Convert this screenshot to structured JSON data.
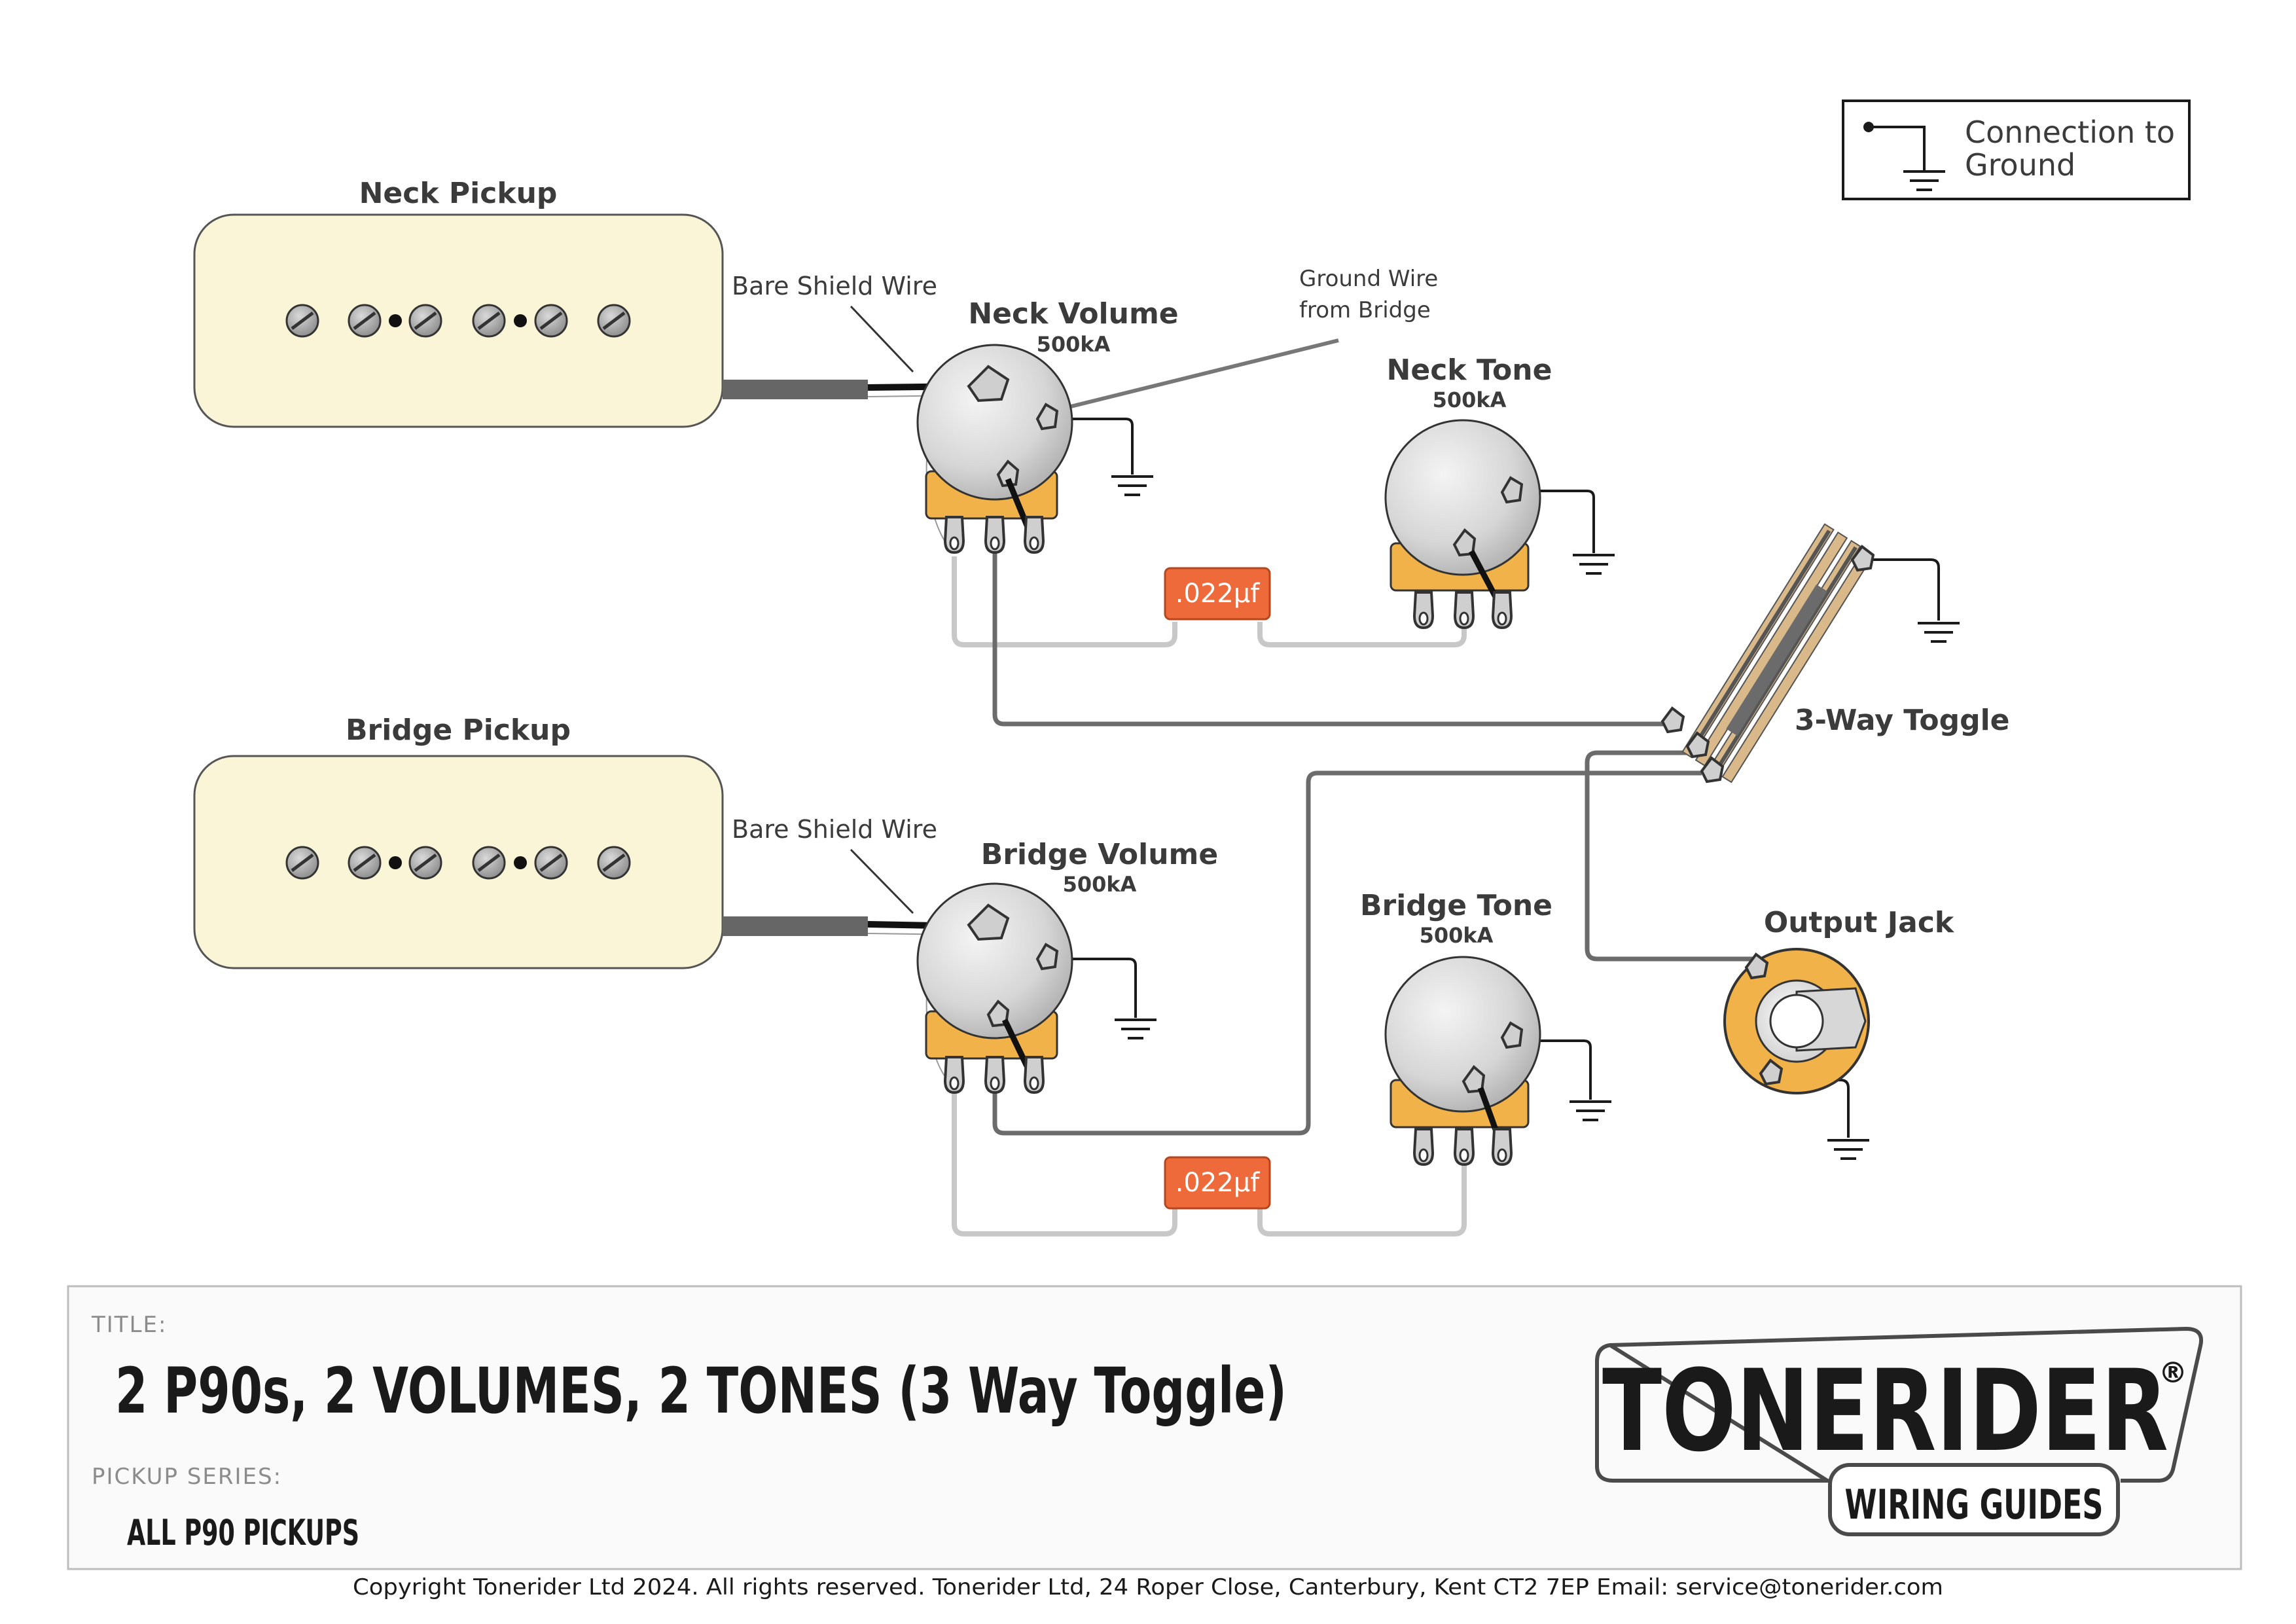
{
  "legend": {
    "line1": "Connection to",
    "line2": "Ground"
  },
  "pickups": {
    "neck": {
      "title": "Neck Pickup"
    },
    "bridge": {
      "title": "Bridge Pickup"
    }
  },
  "wires": {
    "bare_shield_neck": "Bare Shield Wire",
    "bare_shield_bridge": "Bare Shield Wire",
    "ground_from_bridge_line1": "Ground Wire",
    "ground_from_bridge_line2": "from Bridge"
  },
  "pots": {
    "neck_volume": {
      "title": "Neck Volume",
      "value": "500kA"
    },
    "neck_tone": {
      "title": "Neck Tone",
      "value": "500kA"
    },
    "bridge_volume": {
      "title": "Bridge Volume",
      "value": "500kA"
    },
    "bridge_tone": {
      "title": "Bridge Tone",
      "value": "500kA"
    }
  },
  "caps": {
    "neck": ".022μf",
    "bridge": ".022μf"
  },
  "toggle": {
    "title": "3-Way Toggle"
  },
  "jack": {
    "title": "Output Jack"
  },
  "title_block": {
    "title_label": "TITLE:",
    "title": "2 P90s, 2 VOLUMES, 2 TONES (3 Way Toggle)",
    "series_label": "PICKUP SERIES:",
    "series": "ALL P90 PICKUPS"
  },
  "brand": {
    "name": "TONERIDER",
    "registered": "®",
    "tagline": "WIRING GUIDES"
  },
  "footer": "Copyright Tonerider Ltd 2024. All rights reserved. Tonerider Ltd, 24 Roper Close, Canterbury, Kent CT2 7EP Email: service@tonerider.com",
  "colors": {
    "pickup_fill": "#fbf5d8",
    "capacitor": "#ef6a3a",
    "lug_orange": "#f2b24a",
    "wire_grey": "#c8c8c8",
    "wire_dark": "#6b6b6b",
    "toggle_tan": "#d9b98a"
  }
}
